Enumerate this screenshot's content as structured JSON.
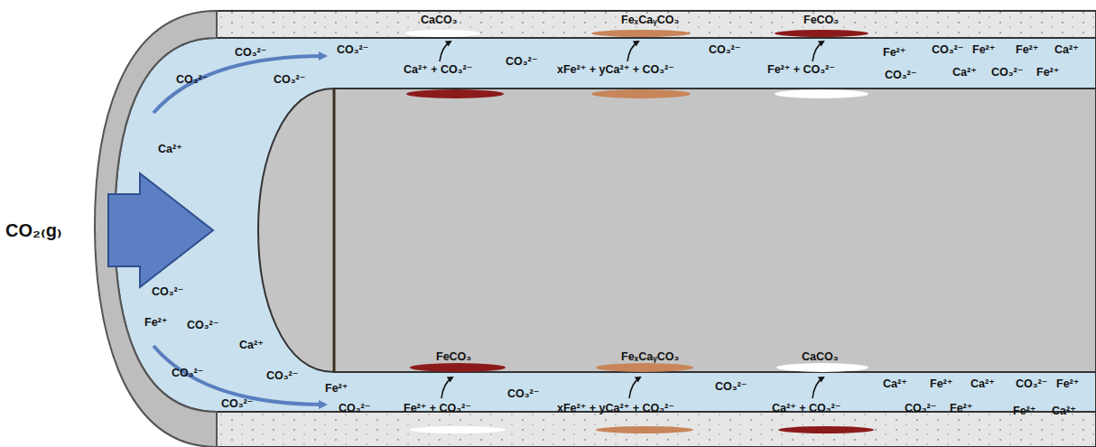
{
  "diagram": {
    "labels": [
      "CaCO₃",
      "FeₓCaᵧCO₃",
      "FeCO₃",
      "CO₃²⁻",
      "CO₃²⁻",
      "CO₃²⁻",
      "CO₃²⁻",
      "Ca²⁺ + CO₃²⁻",
      "CO₃²⁻",
      "xFe²⁺ + yCa²⁺ + CO₃²⁻",
      "CO₃²⁻",
      "Fe²⁺ + CO₃²⁻",
      "Fe²⁺",
      "CO₃²⁻",
      "Fe²⁺",
      "Fe²⁺",
      "Ca²⁺",
      "CO₃²⁻",
      "Ca²⁺",
      "CO₃²⁻",
      "Fe²⁺",
      "Ca²⁺",
      "CO₂₍g₎",
      "CO₃²⁻",
      "Fe²⁺",
      "CO₃²⁻",
      "Ca²⁺",
      "CO₃²⁻",
      "CO₃²⁻",
      "CO₃²⁻",
      "Fe²⁺",
      "CO₃²⁻",
      "FeCO₃",
      "FeₓCaᵧCO₃",
      "CaCO₃",
      "Fe²⁺ + CO₃²⁻",
      "CO₃²⁻",
      "xFe²⁺ + yCa²⁺ + CO₃²⁻",
      "CO₃²⁻",
      "Ca²⁺ + CO₃²⁻",
      "Ca²⁺",
      "Fe²⁺",
      "Ca²⁺",
      "CO₃²⁻",
      "Fe²⁺",
      "CO₃²⁻",
      "Fe²⁺",
      "Fe²⁺",
      "Ca²⁺"
    ]
  }
}
